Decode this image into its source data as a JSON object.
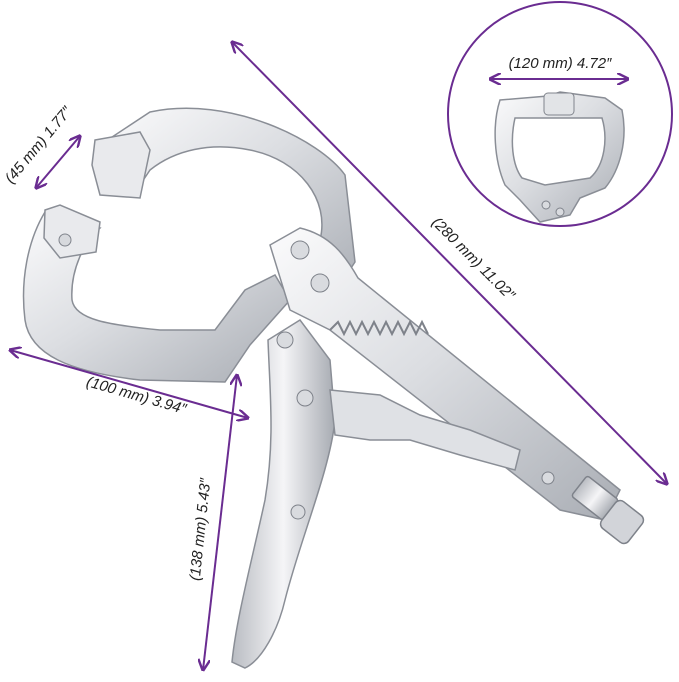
{
  "colors": {
    "accent": "#6a2c91",
    "metal_light": "#f4f4f6",
    "metal_mid": "#c9ccd2",
    "metal_dark": "#8a8e96",
    "inset_border": "#6a2c91"
  },
  "dimensions": {
    "overall_length": "(280 mm) 11.02″",
    "jaw_opening": "(45 mm) 1.77″",
    "jaw_depth": "(100 mm) 3.94″",
    "handle_length": "(138 mm) 5.43″",
    "inset_width": "(120 mm) 4.72″"
  },
  "icons": {
    "tool": "c-clamp-locking-pliers",
    "inset": "magnified-jaw-inset"
  }
}
